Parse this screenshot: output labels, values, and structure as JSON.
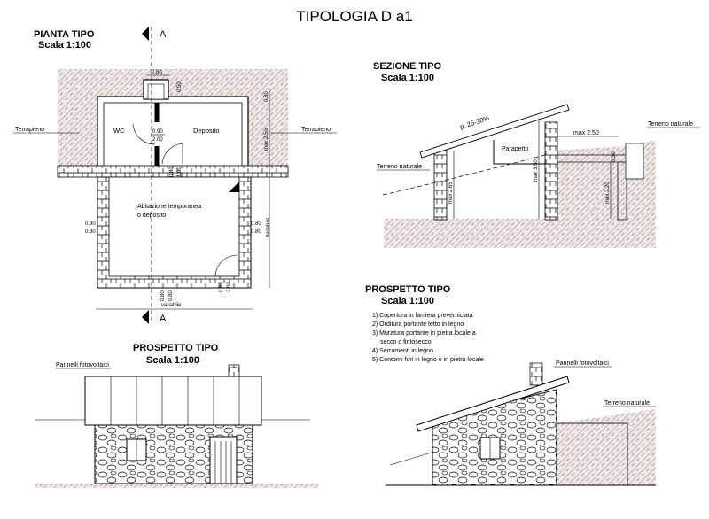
{
  "title": "TIPOLOGIA D a1",
  "plan": {
    "heading": "PIANTA TIPO",
    "scale": "Scala 1:100",
    "section_marker": "A",
    "terrapieno_left": "Terrapieno",
    "terrapieno_right": "Terrapieno",
    "room_wc": "WC",
    "room_deposito": "Deposito",
    "room_main_1": "Abitazione temporanea",
    "room_main_2": "o deposito",
    "dim_chimney_w": "0.80",
    "dim_chimney_h": "0.50",
    "dim_door_wc_w": "0.90",
    "dim_door_wc_h": "2.00",
    "dim_door_dep_w": "0.80",
    "dim_door_dep_h": "1.90",
    "dim_win_left_w": "0.80",
    "dim_win_left_h": "0.80",
    "dim_win_right_w": "0.80",
    "dim_win_right_h": "0.80",
    "dim_door_front_w": "0.80",
    "dim_door_front_h": "2.00",
    "dim_win_bottom_w": "0.80",
    "dim_win_bottom_h": "0.80",
    "dim_depth_top": "0.30",
    "dim_depth_max": "max 2.50",
    "dim_variable_right": "variabile",
    "dim_variable_bottom": "variabile"
  },
  "section": {
    "heading": "SEZIONE TIPO",
    "scale": "Scala 1:100",
    "slope": "p. 25-30%",
    "parapetto": "Parapetto",
    "terreno_left": "Terreno naturale",
    "terreno_right": "Terreno naturale",
    "dim_max_250": "max 2.50",
    "dim_265": "max 2.65",
    "dim_350": "max 3.50",
    "dim_030": "0.30",
    "dim_220": "max 2.20"
  },
  "elevation_front": {
    "heading": "PROSPETTO TIPO",
    "scale": "Scala 1:100",
    "panels": "Pannelli fotovoltaici"
  },
  "elevation_side": {
    "heading": "PROSPETTO TIPO",
    "scale": "Scala 1:100",
    "panels": "Pannelli fotovoltaici",
    "terreno": "Terreno naturale",
    "notes": [
      "1) Copertura in lamiera preverniciata",
      "2) Orditura portante tetto in legno",
      "3) Muratura portante in pietra locale a",
      "secco o fintosecco",
      "4) Serramenti in legno",
      "5) Contorni fori in legno o in pietra locale"
    ]
  }
}
